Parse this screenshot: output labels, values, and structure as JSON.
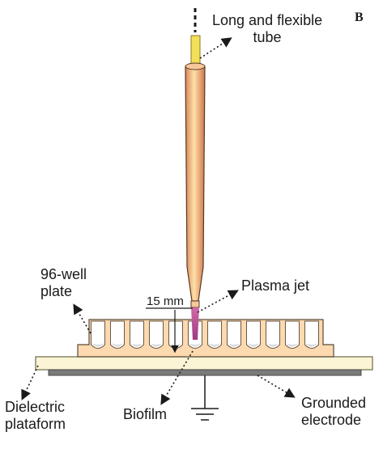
{
  "panel_letter": "B",
  "labels": {
    "tube": [
      "Long and flexible",
      "tube"
    ],
    "plate": [
      "96-well",
      "plate"
    ],
    "plasma_jet": "Plasma jet",
    "distance": "15 mm",
    "biofilm": "Biofilm",
    "dielectric": [
      "Dielectric",
      "plataform"
    ],
    "electrode": [
      "Grounded",
      "electrode"
    ]
  },
  "colors": {
    "tube_fill": "#f2b98e",
    "tube_highlight": "#fde0a8",
    "tube_edge": "#5a3a22",
    "tube_top": "#f2df5a",
    "plate_fill": "#fcd9ae",
    "plate_edge": "#5a4a3a",
    "dielectric_fill": "#fbf5d6",
    "electrode_fill": "#7a7a7a",
    "plasma": "#c2509c"
  },
  "well_count": 12
}
